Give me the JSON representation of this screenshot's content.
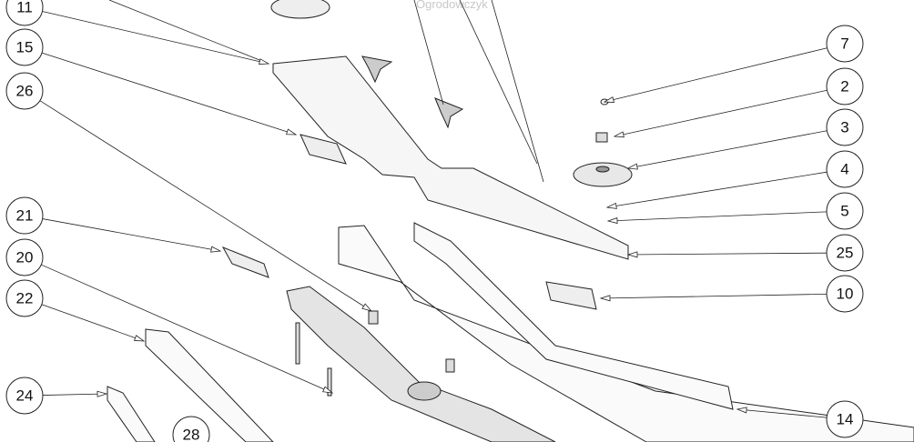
{
  "watermark": "Ogrodowczyk",
  "callouts": [
    "11",
    "15",
    "26",
    "21",
    "20",
    "22",
    "24",
    "28",
    "7",
    "2",
    "3",
    "4",
    "5",
    "25",
    "10",
    "14"
  ]
}
